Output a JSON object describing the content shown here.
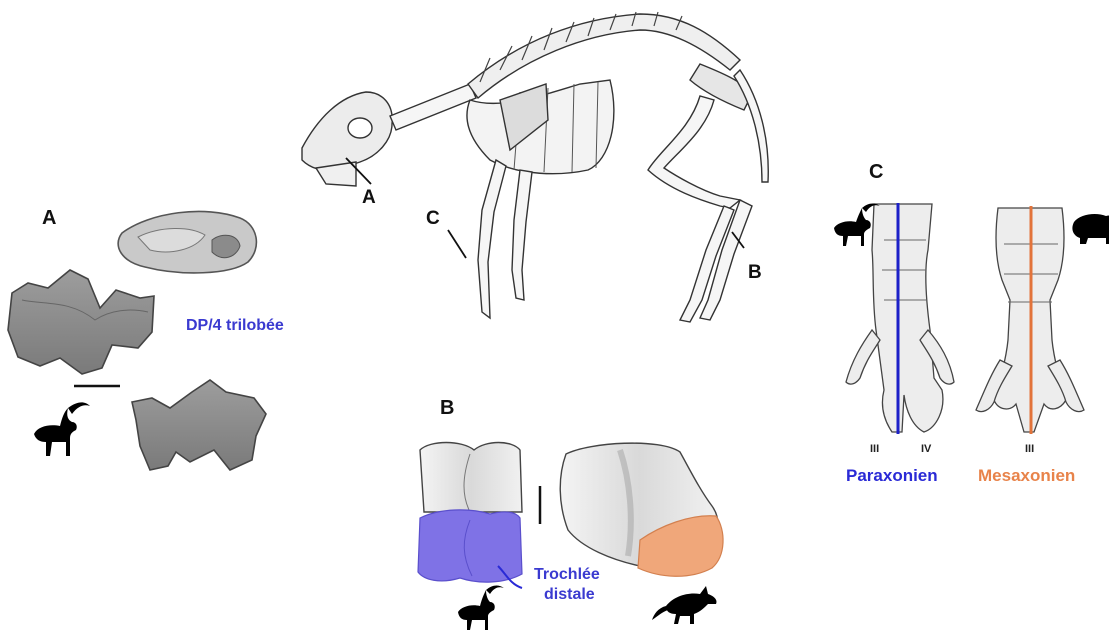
{
  "labels": {
    "panel_a": "A",
    "panel_b": "B",
    "panel_c": "C",
    "skeleton_a": "A",
    "skeleton_b": "B",
    "skeleton_c": "C",
    "dp4": "DP/4 trilobée",
    "trochlee_line1": "Trochlée",
    "trochlee_line2": "distale",
    "paraxonien": "Paraxonien",
    "mesaxonien": "Mesaxonien",
    "digit_iii_left": "III",
    "digit_iv_left": "IV",
    "digit_iii_right": "III"
  },
  "colors": {
    "blue_label": "#3a3ad0",
    "orange_label": "#e8834a",
    "trochlea_fill": "#7f72e6",
    "astragalus_fill": "#f0a77a",
    "axis_blue": "#1c20c8",
    "axis_orange": "#e2733a"
  },
  "icons": [
    "ibex-silhouette-icon",
    "rhino-silhouette-icon",
    "fox-silhouette-icon"
  ]
}
